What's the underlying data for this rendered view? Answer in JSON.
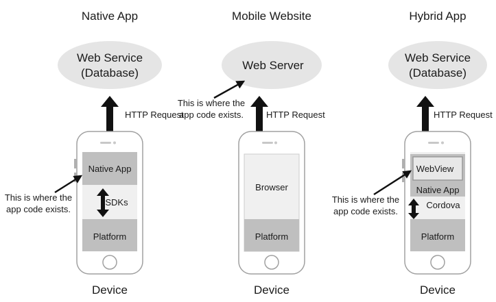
{
  "columns": [
    {
      "title": "Native App",
      "cloud": [
        "Web Service",
        "(Database)"
      ],
      "request_label": "HTTP Request",
      "code_note": [
        "This is where the",
        "app code exists."
      ],
      "boxes": [
        "Native App",
        "SDKs",
        "Platform"
      ],
      "device_label": "Device"
    },
    {
      "title": "Mobile Website",
      "cloud": [
        "Web Server"
      ],
      "request_label": "HTTP Request",
      "code_note": [
        "This is where the",
        "app code exists."
      ],
      "boxes": [
        "Browser",
        "Platform"
      ],
      "device_label": "Device"
    },
    {
      "title": "Hybrid App",
      "cloud": [
        "Web Service",
        "(Database)"
      ],
      "request_label": "HTTP Request",
      "code_note": [
        "This is where the",
        "app code exists."
      ],
      "boxes": [
        "WebView",
        "Native App",
        "Cordova",
        "Platform"
      ],
      "device_label": "Device"
    }
  ],
  "colors": {
    "cloud_fill": "#e5e5e5",
    "box_dark": "#bfbfbf",
    "box_light": "#f0f0f0",
    "phone_stroke": "#a0a0a0",
    "arrow": "#111111"
  }
}
